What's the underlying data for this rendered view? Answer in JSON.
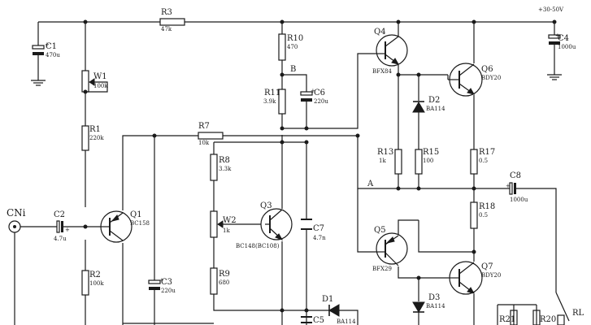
{
  "supply_label": "+30-50V",
  "input_label": "CNi",
  "node_a": "A",
  "node_b": "B",
  "components": {
    "R3": {
      "name": "R3",
      "value": "47k"
    },
    "C1": {
      "name": "C1",
      "value": "470u"
    },
    "W1": {
      "name": "W1",
      "value": "100k"
    },
    "R1": {
      "name": "R1",
      "value": "220k"
    },
    "R2": {
      "name": "R2",
      "value": "100k"
    },
    "C2": {
      "name": "C2",
      "value": "4.7u"
    },
    "Q1": {
      "name": "Q1",
      "value": "BC158"
    },
    "C3": {
      "name": "C3",
      "value": "220u"
    },
    "R10": {
      "name": "R10",
      "value": "470"
    },
    "R11": {
      "name": "R11",
      "value": "3.9k"
    },
    "C6": {
      "name": "C6",
      "value": "220u"
    },
    "R7": {
      "name": "R7",
      "value": "10k"
    },
    "R8": {
      "name": "R8",
      "value": "3.3k"
    },
    "W2": {
      "name": "W2",
      "value": "1k"
    },
    "R9": {
      "name": "R9",
      "value": "680"
    },
    "Q3": {
      "name": "Q3",
      "value": "BC148(BC108)"
    },
    "C7": {
      "name": "C7",
      "value": "4.7n"
    },
    "D1": {
      "name": "D1",
      "value": "BA114"
    },
    "C5": {
      "name": "C5",
      "value": ""
    },
    "Q4": {
      "name": "Q4",
      "value": "BFX84"
    },
    "D2": {
      "name": "D2",
      "value": "BA114"
    },
    "Q6": {
      "name": "Q6",
      "value": "BDY20"
    },
    "C4": {
      "name": "C4",
      "value": "1000u"
    },
    "R13": {
      "name": "R13",
      "value": "1k"
    },
    "R15": {
      "name": "R15",
      "value": "100"
    },
    "R17": {
      "name": "R17",
      "value": "0.5"
    },
    "C8": {
      "name": "C8",
      "value": "1000u"
    },
    "R18": {
      "name": "R18",
      "value": "0.5"
    },
    "Q5": {
      "name": "Q5",
      "value": "BFX29"
    },
    "Q7": {
      "name": "Q7",
      "value": "BDY20"
    },
    "D3": {
      "name": "D3",
      "value": "BA114"
    },
    "R21": {
      "name": "R21",
      "value": ""
    },
    "R20": {
      "name": "R20",
      "value": ""
    },
    "RL": {
      "name": "RL",
      "value": ""
    }
  }
}
